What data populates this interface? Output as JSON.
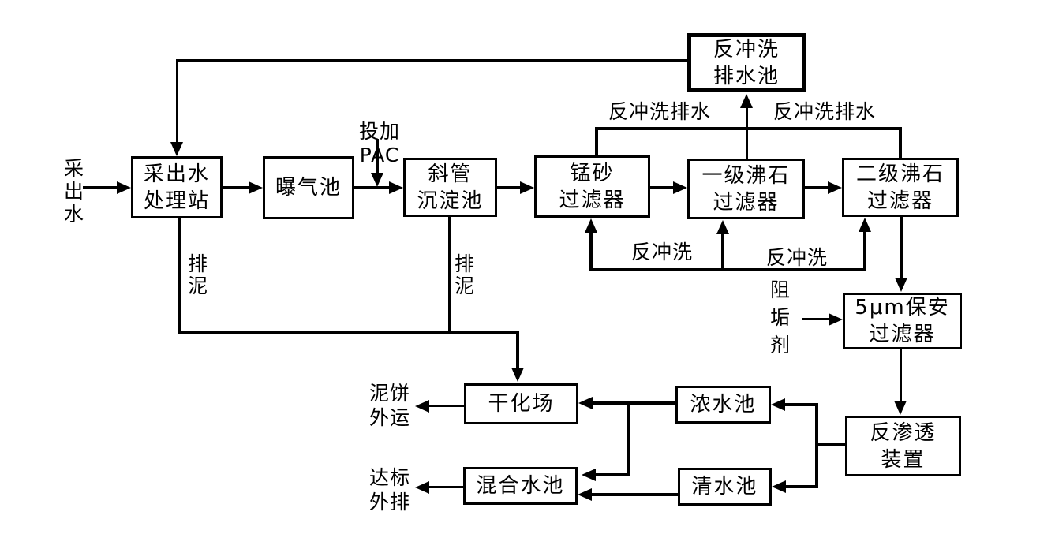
{
  "diagram": {
    "colors": {
      "line": "#000000",
      "background": "#ffffff",
      "box_fill": "#ffffff"
    },
    "nodes": {
      "treatment_station": {
        "label": "采出水\n处理站"
      },
      "aeration_tank": {
        "label": "曝气池"
      },
      "inclined_settler": {
        "label": "斜管\n沉淀池"
      },
      "manganese_filter": {
        "label": "锰砂\n过滤器"
      },
      "zeolite_filter_1": {
        "label": "一级沸石\n过滤器"
      },
      "zeolite_filter_2": {
        "label": "二级沸石\n过滤器"
      },
      "backwash_drain_tank": {
        "label": "反冲洗\n排水池"
      },
      "security_filter": {
        "label": "5μm保安\n过滤器"
      },
      "ro_unit": {
        "label": "反渗透\n装置"
      },
      "drying_field": {
        "label": "干化场"
      },
      "mixing_tank": {
        "label": "混合水池"
      },
      "concentrate_tank": {
        "label": "浓水池"
      },
      "clean_water_tank": {
        "label": "清水池"
      }
    },
    "labels": {
      "produced_water": "采\n出\n水",
      "pac_dosing": "投加PAC",
      "sludge_left": "排\n泥",
      "sludge_right": "排\n泥",
      "backwash_drain_left": "反冲洗排水",
      "backwash_drain_right": "反冲洗排水",
      "backwash_left": "反冲洗",
      "backwash_right": "反冲洗",
      "antiscalant": "阻\n垢\n剂",
      "sludge_cake_out": "泥饼\n外运",
      "discharge_out": "达标\n外排"
    }
  }
}
